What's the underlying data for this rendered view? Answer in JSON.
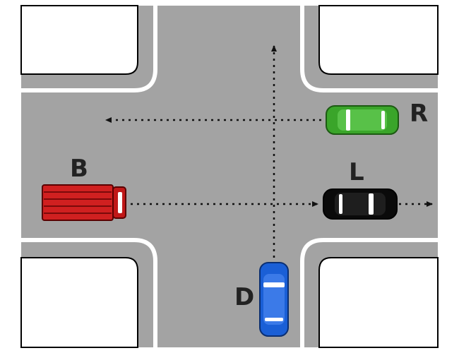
{
  "colors": {
    "road": "#a3a3a3",
    "curb": "#ffffff",
    "corner_edge": "#000000",
    "path": "#111111",
    "red_vehicle": "#d02020",
    "green_vehicle": "#3aa52a",
    "black_vehicle": "#0a0a0a",
    "blue_vehicle": "#1a5fd6",
    "window": "#ffffff"
  },
  "vehicles": [
    {
      "id": "B",
      "label": "B",
      "kind": "truck",
      "color": "red",
      "heading": "east"
    },
    {
      "id": "R",
      "label": "R",
      "kind": "car",
      "color": "green",
      "heading": "west"
    },
    {
      "id": "L",
      "label": "L",
      "kind": "car",
      "color": "black",
      "heading": "east"
    },
    {
      "id": "D",
      "label": "D",
      "kind": "car",
      "color": "blue",
      "heading": "north"
    }
  ],
  "paths": [
    {
      "from": "R",
      "direction": "west",
      "style": "dotted"
    },
    {
      "from": "B",
      "direction": "east",
      "style": "dotted"
    },
    {
      "from": "L",
      "direction": "east",
      "style": "dotted"
    },
    {
      "from": "D",
      "direction": "north",
      "style": "dotted"
    }
  ]
}
